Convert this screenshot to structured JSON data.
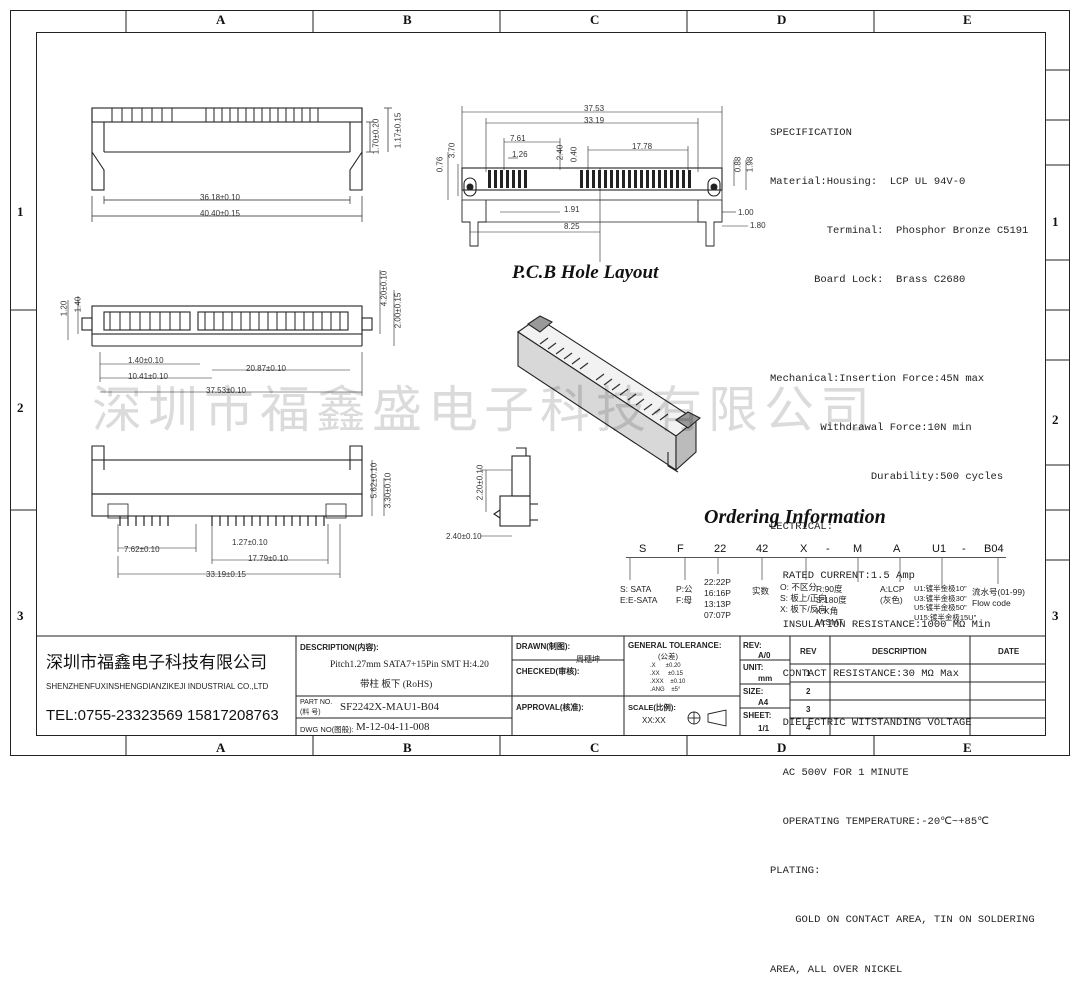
{
  "zones": {
    "cols": [
      "A",
      "B",
      "C",
      "D",
      "E"
    ],
    "rows": [
      "1",
      "2",
      "3"
    ]
  },
  "headings": {
    "pcb": "P.C.B Hole Layout",
    "ordering": "Ordering Information"
  },
  "watermark": "深圳市福鑫盛电子科技有限公司",
  "spec_lines": [
    "SPECIFICATION",
    "Material:Housing:  LCP UL 94V-0",
    "         Terminal:  Phosphor Bronze C5191",
    "       Board Lock:  Brass C2680",
    "",
    "Mechanical:Insertion Force:45N max",
    "        Withdrawal Force:10N min",
    "                Durability:500 cycles",
    "LECTRICAL:",
    "  RATED CURRENT:1.5 Amp",
    "  INSULATION RESISTANCE:1000 MΩ Min",
    "  CONTACT RESISTANCE:30 MΩ Max",
    "  DIELECTRIC WITSTANDING VOLTAGE",
    "  AC 500V FOR 1 MINUTE",
    "  OPERATING TEMPERATURE:-20℃~+85℃",
    "PLATING:",
    "    GOLD ON CONTACT AREA, TIN ON SOLDERING",
    "AREA, ALL OVER NICKEL"
  ],
  "dims": {
    "top1": "36.18±0.10",
    "top2": "40.40±0.15",
    "top_h1": "1.70±0.20",
    "top_h2": "1.17±0.15",
    "pcb_w1": "37.53",
    "pcb_w2": "33.19",
    "pcb_761": "7.61",
    "pcb_126": "1.26",
    "pcb_1778": "17.78",
    "pcb_240": "2.40",
    "pcb_040": "0.40",
    "pcb_370": "3.70",
    "pcb_076": "0.76",
    "pcb_191": "1.91",
    "pcb_825": "8.25",
    "pcb_100": "1.00",
    "pcb_180": "1.80",
    "pcb_088": "0.88",
    "pcb_198": "1.98",
    "mid_120": "1.20",
    "mid_140": "1.40",
    "mid_140b": "1.40±0.10",
    "mid_1041": "10.41±0.10",
    "mid_2087": "20.87±0.10",
    "mid_3753": "37.53±0.10",
    "mid_420": "4.20±0.10",
    "mid_200": "2.00±0.15",
    "bot_127": "1.27±0.10",
    "bot_762": "7.62±0.10",
    "bot_1779": "17.79±0.10",
    "bot_3319": "33.19±0.15",
    "bot_562": "5.62±0.10",
    "bot_330": "3.30±0.10",
    "side_220": "2.20±0.10",
    "side_240": "2.40±0.10"
  },
  "ordering": {
    "codes": [
      "S",
      "F",
      "22",
      "42",
      "X",
      "-",
      "M",
      "A",
      "U1",
      "-",
      "B04"
    ],
    "options": {
      "s": "S: SATA\nE:E-SATA",
      "f": "P:公\nF:母",
      "pins": "22:22P\n16:16P\n13:13P\n07:07P",
      "count": "实数",
      "x": "O: 不区分\nS: 板上/正向\nX: 板下/反向",
      "m": "R:90度\nS:180度\nK:K角\nM:SMT",
      "a": "A:LCP\n(灰色)",
      "u": "U1:镀半金极10\"\nU3:镀半金极30\"\nU5:镀半金极50\"\nU15:镀半金极15U\"",
      "b": "流水号(01-99)\nFlow code"
    }
  },
  "titleblock": {
    "company_cn": "深圳市福鑫电子科技有限公司",
    "company_en": "SHENZHENFUXINSHENGDIANZIKEJI INDUSTRIAL CO.,LTD",
    "tel": "TEL:0755-23323569  15817208763",
    "desc_label": "DESCRIPTION(内容):",
    "desc1": "Pitch1.27mm SATA7+15Pin SMT H:4.20",
    "desc2": "带柱 板下 (RoHS)",
    "partno_label": "PART NO.",
    "partno_sub": "(料    号)",
    "partno": "SF2242X-MAU1-B04",
    "dwg_label": "DWG NO(图般):",
    "dwg": "M-12-04-11-008",
    "drawn_label": "DRAWN(制图):",
    "drawn": "周穗坤",
    "checked_label": "CHECKED(审核):",
    "approval_label": "APPROVAL(核准):",
    "tol_label": "GENERAL TOLERANCE:",
    "tol_sub": "(公差)",
    "tol_rows": [
      ".X      ±0.20",
      ".XX     ±0.15",
      ".XXX    ±0.10",
      ".ANG    ±5°"
    ],
    "scale_label": "SCALE(比例):",
    "scale": "XX:XX",
    "rev_label": "REV:",
    "rev": "A/0",
    "unit_label": "UNIT:",
    "unit": "mm",
    "size_label": "SIZE:",
    "size": "A4",
    "sheet_label": "SHEET:",
    "sheet": "1/1",
    "rev_head": "REV",
    "desc_head": "DESCRIPTION",
    "date_head": "DATE",
    "rev_rows": [
      "1",
      "2",
      "3",
      "4"
    ]
  }
}
